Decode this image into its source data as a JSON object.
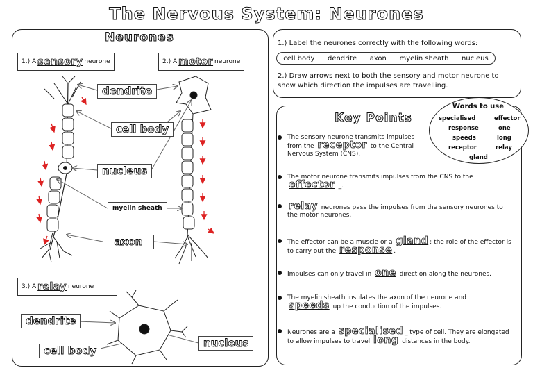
{
  "title": "The Nervous System: Neurones",
  "neurones_heading": "Neurones",
  "box1": {
    "prefix": "1.) A",
    "answer": "sensory",
    "suffix": "neurone"
  },
  "box2": {
    "prefix": "2.) A",
    "answer": "motor",
    "suffix": "neurone"
  },
  "box3": {
    "prefix": "3.) A",
    "answer": "relay",
    "suffix": "neurone"
  },
  "labels": {
    "dendrite": "dendrite",
    "cell_body": "cell body",
    "nucleus": "nucleus",
    "myelin": "myelin sheath",
    "axon": "axon",
    "relay_dendrite": "dendrite",
    "relay_cell_body": "cell body",
    "relay_nucleus": "nucleus"
  },
  "task1": "1.) Label the neurones correctly with the following words:",
  "word_bank": [
    "cell body",
    "dendrite",
    "axon",
    "myelin sheath",
    "nucleus"
  ],
  "task2": "2.) Draw arrows next to both the sensory and motor neurone to show which direction the impulses are travelling.",
  "key_points_heading": "Key Points",
  "words_to_use": {
    "title": "Words to use",
    "words": [
      "specialised",
      "effector",
      "response",
      "one",
      "speeds",
      "long",
      "receptor",
      "relay",
      "gland"
    ]
  },
  "points": {
    "p1": {
      "a": "The sensory neurone transmits impulses from the",
      "ans": "receptor",
      "b": "to the Central Nervous System (CNS)."
    },
    "p2": {
      "a": "The motor neurone transmits impulses from the CNS to the",
      "ans": "effector",
      "b": "_."
    },
    "p3": {
      "ans": "relay",
      "b": "neurones pass the impulses from the sensory neurones to the motor neurones."
    },
    "p4": {
      "a": "The effector can be a muscle or a",
      "ans1": "gland",
      "b": "; the role of the effector is to carry out the",
      "ans2": "response",
      "c": "."
    },
    "p5": {
      "a": "Impulses can only travel in",
      "ans": "one",
      "b": "direction along the neurones."
    },
    "p6": {
      "a": "The myelin sheath insulates the axon of the neurone and",
      "ans": "speeds",
      "b": "up the conduction of the impulses."
    },
    "p7": {
      "a": "Neurones are a",
      "ans1": "specialised",
      "b": "_ type of cell. They are elongated to allow impulses to travel",
      "ans2": "long",
      "c": "distances in the body."
    }
  }
}
